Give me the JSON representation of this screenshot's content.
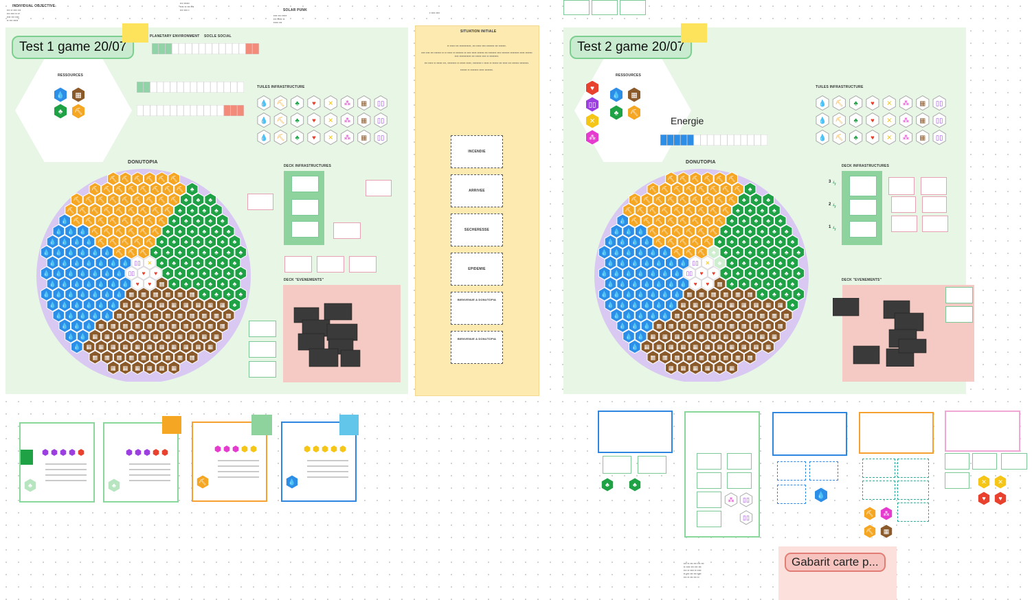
{
  "board1": {
    "title": "Test 1 game 20/07",
    "corner_note": "INDIVIDUAL OBJECTIVE",
    "resources_label": "RESSOURCES",
    "planet_label": "PLANETARY ENVIRONMENT",
    "social_label": "SOCLE SOCIAL",
    "tiles_label": "TUILES INFRASTRUCTURE",
    "map_label": "DONUTOPIA",
    "deck_infra_label": "DECK INFRASTRUCTURES",
    "deck_events_label": "DECK \"EVENEMENTS\""
  },
  "board2": {
    "title": "Test 2 game 20/07",
    "resources_label": "RESSOURCES",
    "energy_label": "Energie",
    "tiles_label": "TUILES INFRASTRUCTURE",
    "map_label": "DONUTOPIA",
    "deck_infra_label": "DECK INFRASTRUCTURES",
    "deck_events_label": "DECK \"EVENEMENTS\"",
    "energy_costs": [
      "3",
      "2",
      "1"
    ]
  },
  "situation": {
    "title": "SITUATION INITIALE",
    "cards": [
      "INCENDIE",
      "ARRIVEE",
      "SECHERESSE",
      "EPIDEMIE",
      "BIENVENUE A DONUTOPIA",
      "BIENVENUE A DONUTOPIA"
    ]
  },
  "top_notes": {
    "solar_punk": "SOLAR PUNK"
  },
  "gabarit": {
    "label": "Gabarit carte p..."
  },
  "colors": {
    "water": "#2d8ee8",
    "fire": "#f5a623",
    "forest": "#1fa146",
    "earth": "#8b5a2b",
    "heart": "#e8422f",
    "magic": "#9b3fe0",
    "star": "#f5c518",
    "pink": "#e53bcf"
  },
  "icons": [
    "water-drop-icon",
    "pick-icon",
    "tree-icon",
    "heart-icon",
    "tools-icon",
    "spark-icon",
    "crate-icon",
    "book-icon",
    "lightning-icon"
  ]
}
